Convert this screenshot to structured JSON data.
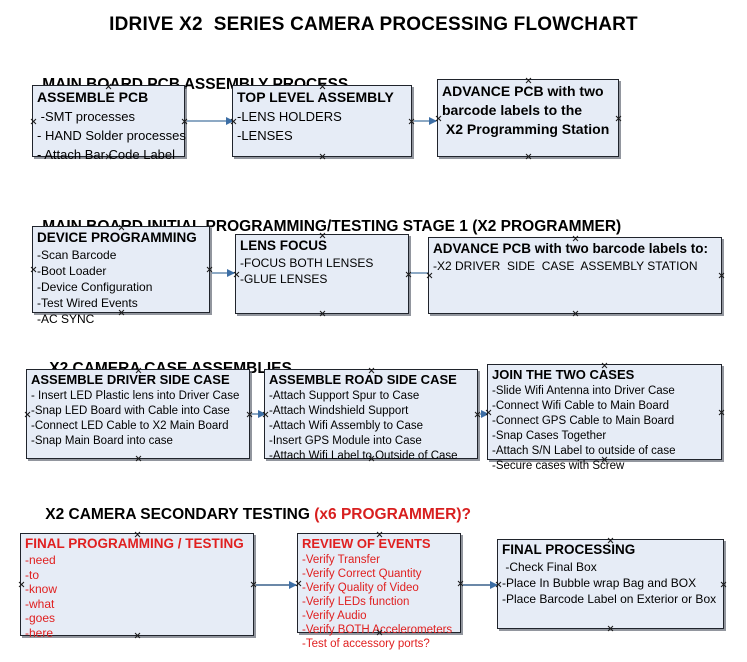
{
  "document": {
    "title": "IDRIVE X2  SERIES CAMERA PROCESSING FLOWCHART"
  },
  "sections": [
    {
      "id": "main-board-pcb-assembly",
      "heading": "MAIN BOARD PCB ASSEMBLY PROCESS",
      "heading_accent": "",
      "boxes": [
        {
          "id": "assemble-pcb",
          "title": "ASSEMBLE PCB",
          "lines": [
            " -SMT processes",
            "- HAND Solder processes",
            "- Attach Bar Code Label"
          ]
        },
        {
          "id": "top-level-assembly",
          "title": "TOP LEVEL ASSEMBLY",
          "lines": [
            "-LENS HOLDERS",
            "-LENSES"
          ]
        },
        {
          "id": "advance-pcb-to-x2-programming-station",
          "title": "ADVANCE PCB with two",
          "lines": [
            "barcode labels to the",
            " X2 Programming Station"
          ]
        }
      ]
    },
    {
      "id": "main-board-initial-programming",
      "heading": "MAIN BOARD INITIAL PROGRAMMING/TESTING STAGE 1 (X2 PROGRAMMER)",
      "heading_accent": "",
      "boxes": [
        {
          "id": "device-programming",
          "title": "DEVICE PROGRAMMING",
          "lines": [
            "-Scan Barcode",
            "-Boot Loader",
            "-Device Configuration",
            "-Test Wired Events",
            "-AC SYNC"
          ]
        },
        {
          "id": "lens-focus",
          "title": "LENS FOCUS",
          "lines": [
            "-FOCUS BOTH LENSES",
            "-GLUE LENSES"
          ]
        },
        {
          "id": "advance-pcb-to-driver-side-case",
          "title": "ADVANCE PCB with two barcode labels to:",
          "lines": [
            "-X2 DRIVER  SIDE  CASE  ASSEMBLY STATION"
          ]
        }
      ]
    },
    {
      "id": "x2-camera-case-assemblies",
      "heading": "X2 CAMERA CASE ASSEMBLIES",
      "heading_accent": "",
      "boxes": [
        {
          "id": "assemble-driver-side-case",
          "title": "ASSEMBLE DRIVER SIDE CASE",
          "lines": [
            "- Insert LED Plastic lens into Driver Case",
            "-Snap LED Board with Cable into Case",
            "-Connect LED Cable to X2 Main Board",
            "-Snap Main Board into case"
          ]
        },
        {
          "id": "assemble-road-side-case",
          "title": "ASSEMBLE ROAD SIDE CASE",
          "lines": [
            "-Attach Support Spur to Case",
            "-Attach Windshield Support",
            "-Attach Wifi Assembly to Case",
            "-Insert GPS Module into Case",
            "-Attach Wifi Label to Outside of Case"
          ]
        },
        {
          "id": "join-the-two-cases",
          "title": "JOIN THE TWO CASES",
          "lines": [
            "-Slide Wifi Antenna into Driver Case",
            "-Connect Wifi Cable to Main Board",
            "-Connect GPS Cable to Main Board",
            "-Snap Cases Together",
            "-Attach S/N Label to outside of case",
            "-Secure cases with Screw"
          ]
        }
      ]
    },
    {
      "id": "x2-camera-secondary-testing",
      "heading": "X2 CAMERA SECONDARY TESTING ",
      "heading_accent": "(x6 PROGRAMMER)?",
      "boxes": [
        {
          "id": "final-programming-testing",
          "title": "FINAL PROGRAMMING / TESTING",
          "lines": [
            "-need",
            "-to",
            "-know",
            "-what",
            "-goes",
            "-here"
          ]
        },
        {
          "id": "review-of-events",
          "title": "REVIEW OF EVENTS",
          "lines": [
            "-Verify Transfer",
            "-Verify Correct Quantity",
            "-Verify Quality of Video",
            "-Verify LEDs function",
            "-Verify Audio",
            "-Verify BOTH Accelerometers",
            "-Test of accessory ports?"
          ]
        },
        {
          "id": "final-processing",
          "title": "FINAL PROCESSING",
          "lines": [
            " -Check Final Box",
            "-Place In Bubble wrap Bag and BOX",
            "-Place Barcode Label on Exterior or Box"
          ]
        }
      ]
    }
  ],
  "colors": {
    "box_fill": "#e6ecf6",
    "box_border": "#20242c",
    "connector": "#8da9c4",
    "arrowhead": "#3c6ea5",
    "accent_red": "#e02020",
    "text": "#000000"
  }
}
